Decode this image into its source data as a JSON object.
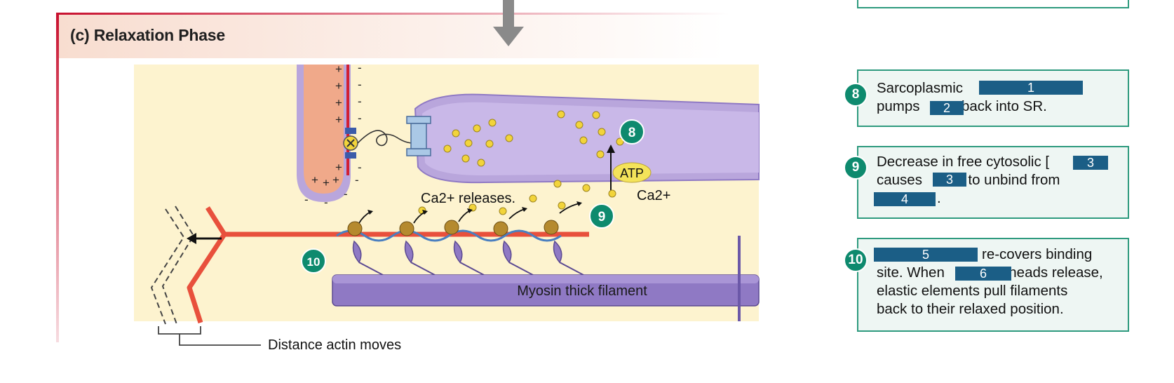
{
  "panel": {
    "title": "(c) Relaxation Phase",
    "caption": "Distance actin moves"
  },
  "diagram": {
    "ca_release_label": "Ca2+ releases.",
    "ca_label": "Ca2+",
    "atp_label": "ATP",
    "myosin_label": "Myosin thick filament",
    "step_numbers": [
      "8",
      "9",
      "10"
    ]
  },
  "steps": [
    {
      "number": "8",
      "lines": [
        "Sarcoplasmic",
        "pumps",
        "back into SR."
      ]
    },
    {
      "number": "9",
      "lines": [
        "Decrease in free cytosolic [",
        "causes",
        "to unbind from",
        "."
      ]
    },
    {
      "number": "10",
      "lines": [
        "re-covers binding",
        "site. When",
        "heads release,",
        "elastic elements pull filaments",
        "back to their relaxed position."
      ]
    }
  ],
  "blanks": [
    "1",
    "2",
    "3",
    "3",
    "4",
    "5",
    "6"
  ],
  "colors": {
    "accent_red": "#c8102e",
    "teal": "#0e8a6e",
    "blank_fill": "#1b5e86",
    "actin_red": "#e8503c",
    "sr_purple": "#b9a6dc",
    "myosin_purple": "#8f79c4",
    "panel_bg": "#fdf3cf"
  }
}
